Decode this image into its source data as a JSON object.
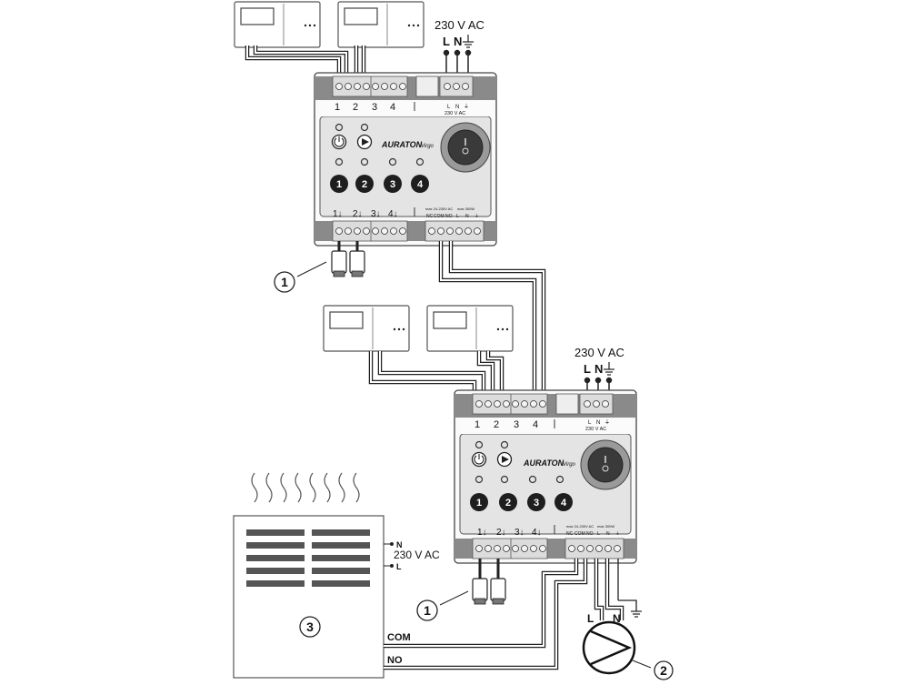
{
  "supply": {
    "voltage": "230 V AC",
    "l": "L",
    "n": "N"
  },
  "controller": {
    "brand": "AURATON",
    "model": "Virgo",
    "zone_labels": [
      "1",
      "2",
      "3",
      "4"
    ],
    "output_labels": [
      "1↓",
      "2↓",
      "3↓",
      "4↓"
    ],
    "relay_terminals": [
      "NC",
      "COM",
      "NO"
    ],
    "relay_rating": "max 24-230V AC",
    "pump_power": "max 300W",
    "power_terms": [
      "L",
      "N",
      "⏚"
    ],
    "power_rating": "230 V AC",
    "led_buttons": [
      "1",
      "2",
      "3",
      "4"
    ]
  },
  "callouts": [
    "1",
    "1",
    "2",
    "3"
  ],
  "boiler": {
    "com_label": "COM",
    "no_label": "NO",
    "n": "N",
    "l": "L",
    "voltage": "230 V AC"
  }
}
